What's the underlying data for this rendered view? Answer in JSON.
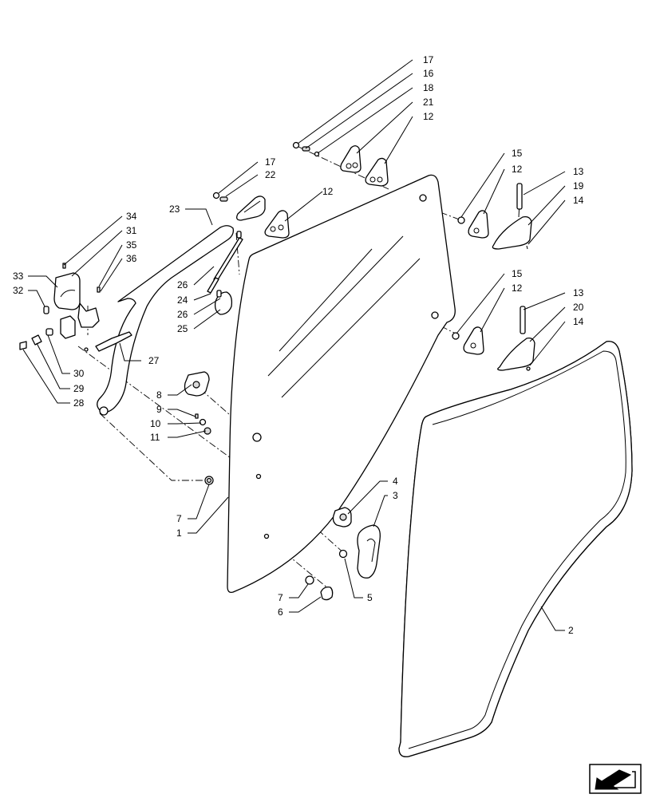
{
  "callouts": [
    {
      "id": "c17a",
      "label": "17"
    },
    {
      "id": "c16",
      "label": "16"
    },
    {
      "id": "c18",
      "label": "18"
    },
    {
      "id": "c21",
      "label": "21"
    },
    {
      "id": "c12a",
      "label": "12"
    },
    {
      "id": "c15a",
      "label": "15"
    },
    {
      "id": "c12b",
      "label": "12"
    },
    {
      "id": "c13a",
      "label": "13"
    },
    {
      "id": "c19",
      "label": "19"
    },
    {
      "id": "c14a",
      "label": "14"
    },
    {
      "id": "c17b",
      "label": "17"
    },
    {
      "id": "c22",
      "label": "22"
    },
    {
      "id": "c12c",
      "label": "12"
    },
    {
      "id": "c23",
      "label": "23"
    },
    {
      "id": "c34",
      "label": "34"
    },
    {
      "id": "c31",
      "label": "31"
    },
    {
      "id": "c35",
      "label": "35"
    },
    {
      "id": "c36",
      "label": "36"
    },
    {
      "id": "c33",
      "label": "33"
    },
    {
      "id": "c32",
      "label": "32"
    },
    {
      "id": "c26a",
      "label": "26"
    },
    {
      "id": "c24",
      "label": "24"
    },
    {
      "id": "c26b",
      "label": "26"
    },
    {
      "id": "c25",
      "label": "25"
    },
    {
      "id": "c15b",
      "label": "15"
    },
    {
      "id": "c12d",
      "label": "12"
    },
    {
      "id": "c13b",
      "label": "13"
    },
    {
      "id": "c20",
      "label": "20"
    },
    {
      "id": "c14b",
      "label": "14"
    },
    {
      "id": "c27",
      "label": "27"
    },
    {
      "id": "c30",
      "label": "30"
    },
    {
      "id": "c29",
      "label": "29"
    },
    {
      "id": "c28",
      "label": "28"
    },
    {
      "id": "c8",
      "label": "8"
    },
    {
      "id": "c9",
      "label": "9"
    },
    {
      "id": "c10",
      "label": "10"
    },
    {
      "id": "c11",
      "label": "11"
    },
    {
      "id": "c7a",
      "label": "7"
    },
    {
      "id": "c1",
      "label": "1"
    },
    {
      "id": "c4",
      "label": "4"
    },
    {
      "id": "c3",
      "label": "3"
    },
    {
      "id": "c5",
      "label": "5"
    },
    {
      "id": "c7b",
      "label": "7"
    },
    {
      "id": "c6",
      "label": "6"
    },
    {
      "id": "c2",
      "label": "2"
    }
  ],
  "navigation_icon": "exploded-view-arrow-icon"
}
